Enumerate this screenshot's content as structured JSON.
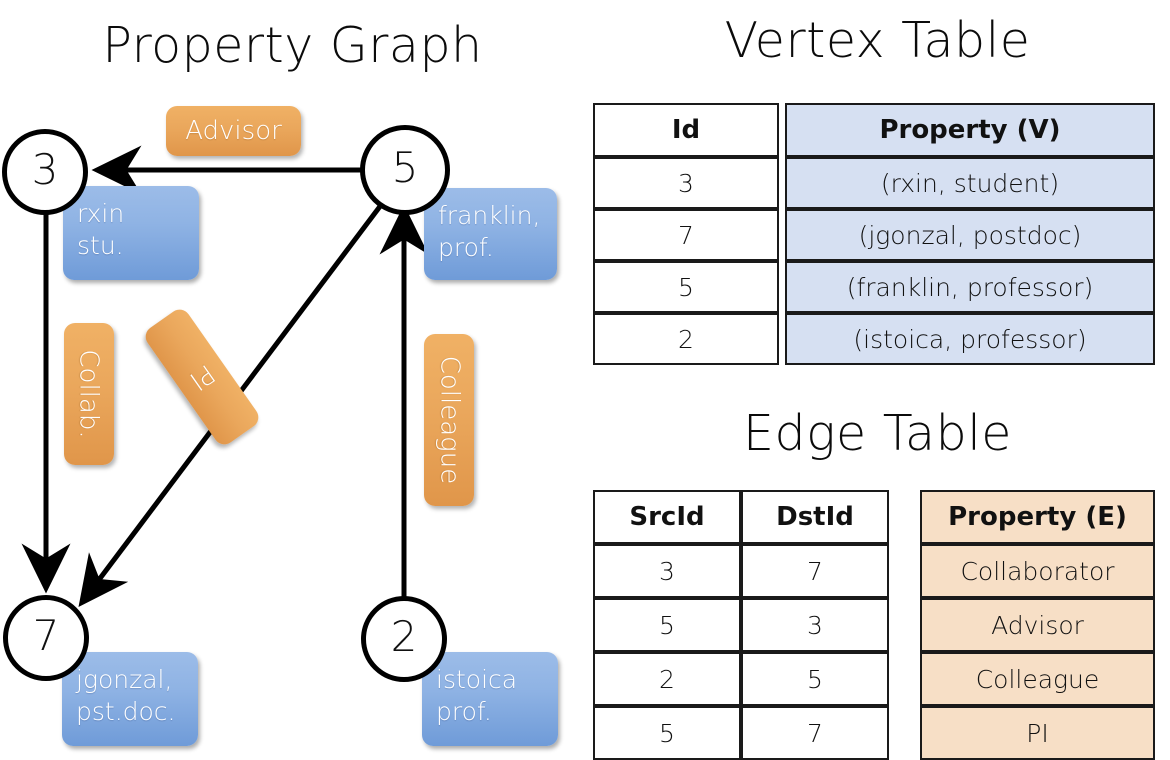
{
  "titles": {
    "graph": "Property Graph",
    "vertex_table": "Vertex Table",
    "edge_table": "Edge Table"
  },
  "colors": {
    "vertex_property_fill": "#d6e0f2",
    "edge_property_fill": "#f7dfc6",
    "vertex_box_fill": "#8fb3e4",
    "edge_label_fill": "#eaa75c",
    "stroke": "#000000",
    "text_on_fill": "#ffffff"
  },
  "graph": {
    "nodes": [
      {
        "id": "3",
        "property_lines": [
          "rxin",
          "stu."
        ]
      },
      {
        "id": "5",
        "property_lines": [
          "franklin,",
          "prof."
        ]
      },
      {
        "id": "7",
        "property_lines": [
          "jgonzal,",
          "pst.doc."
        ]
      },
      {
        "id": "2",
        "property_lines": [
          "istoica",
          "prof."
        ]
      }
    ],
    "edge_labels": [
      {
        "text": "Advisor",
        "orientation": "horizontal"
      },
      {
        "text": "Collab.",
        "orientation": "vertical"
      },
      {
        "text": "PI",
        "orientation": "rotated"
      },
      {
        "text": "Colleague",
        "orientation": "vertical"
      }
    ],
    "edges": [
      {
        "src": "5",
        "dst": "3",
        "label": "Advisor"
      },
      {
        "src": "3",
        "dst": "7",
        "label": "Collab."
      },
      {
        "src": "5",
        "dst": "7",
        "label": "PI"
      },
      {
        "src": "2",
        "dst": "5",
        "label": "Colleague"
      }
    ]
  },
  "vertex_table": {
    "headers": [
      "Id",
      "Property (V)"
    ],
    "rows": [
      {
        "id": "3",
        "property": "(rxin, student)"
      },
      {
        "id": "7",
        "property": "(jgonzal, postdoc)"
      },
      {
        "id": "5",
        "property": "(franklin, professor)"
      },
      {
        "id": "2",
        "property": "(istoica, professor)"
      }
    ]
  },
  "edge_table": {
    "headers": [
      "SrcId",
      "DstId",
      "Property (E)"
    ],
    "rows": [
      {
        "src": "3",
        "dst": "7",
        "property": "Collaborator"
      },
      {
        "src": "5",
        "dst": "3",
        "property": "Advisor"
      },
      {
        "src": "2",
        "dst": "5",
        "property": "Colleague"
      },
      {
        "src": "5",
        "dst": "7",
        "property": "PI"
      }
    ]
  }
}
